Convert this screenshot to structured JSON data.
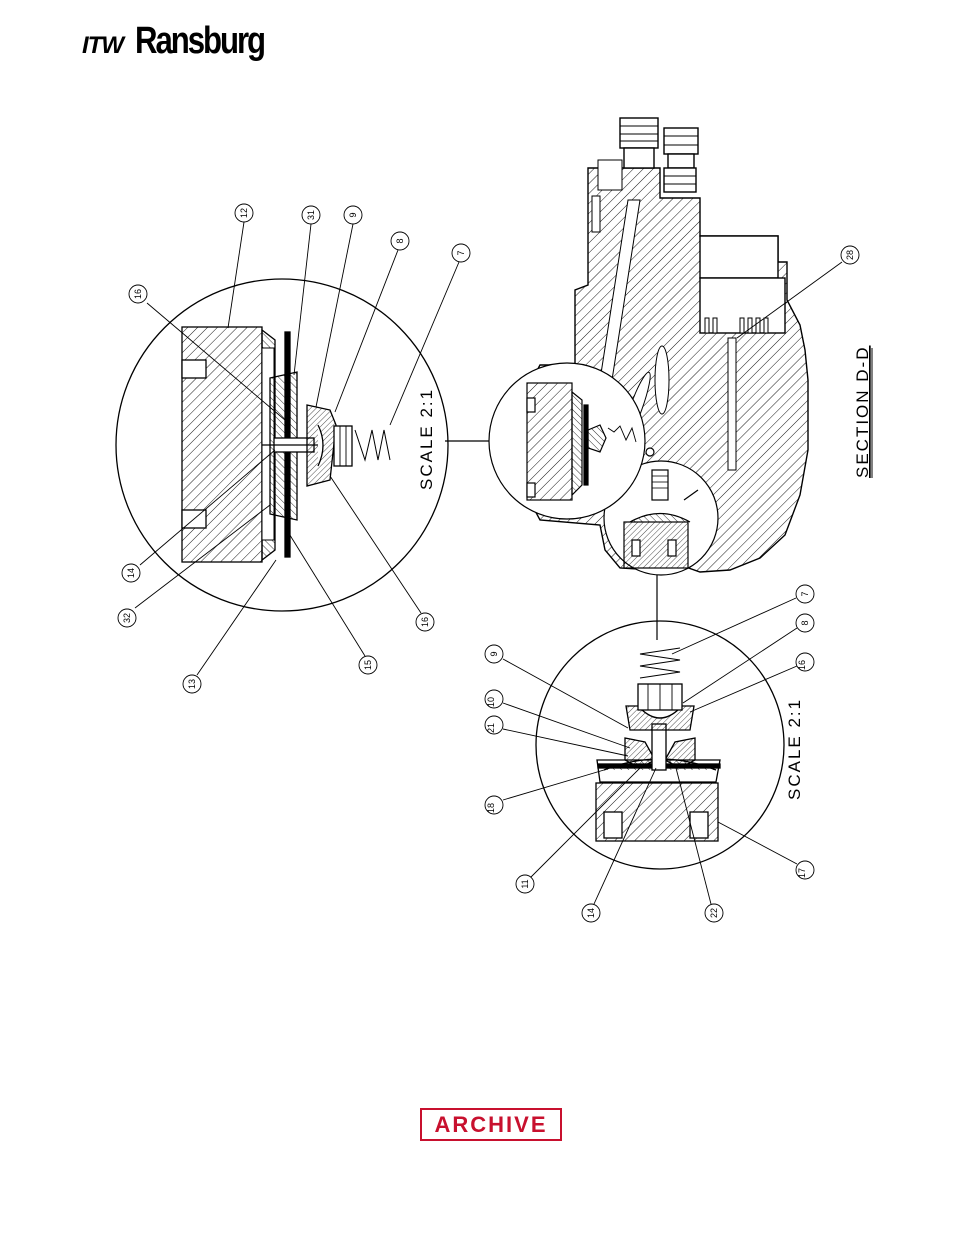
{
  "header": {
    "logo_prefix": "ITW",
    "logo_brand": "Ransburg"
  },
  "drawing": {
    "section_label": "SECTION D-D",
    "scale_label_upper": "SCALE 2:1",
    "scale_label_lower": "SCALE 2:1",
    "upper_detail_callouts": [
      "12",
      "31",
      "9",
      "8",
      "7",
      "16",
      "14",
      "32",
      "13",
      "15",
      "16"
    ],
    "main_view_callouts": [
      "28"
    ],
    "lower_detail_callouts": [
      "7",
      "8",
      "16",
      "9",
      "10",
      "21",
      "18",
      "11",
      "14",
      "22",
      "17"
    ]
  },
  "stamp": {
    "text": "ARCHIVE",
    "color": "#c8102e"
  }
}
